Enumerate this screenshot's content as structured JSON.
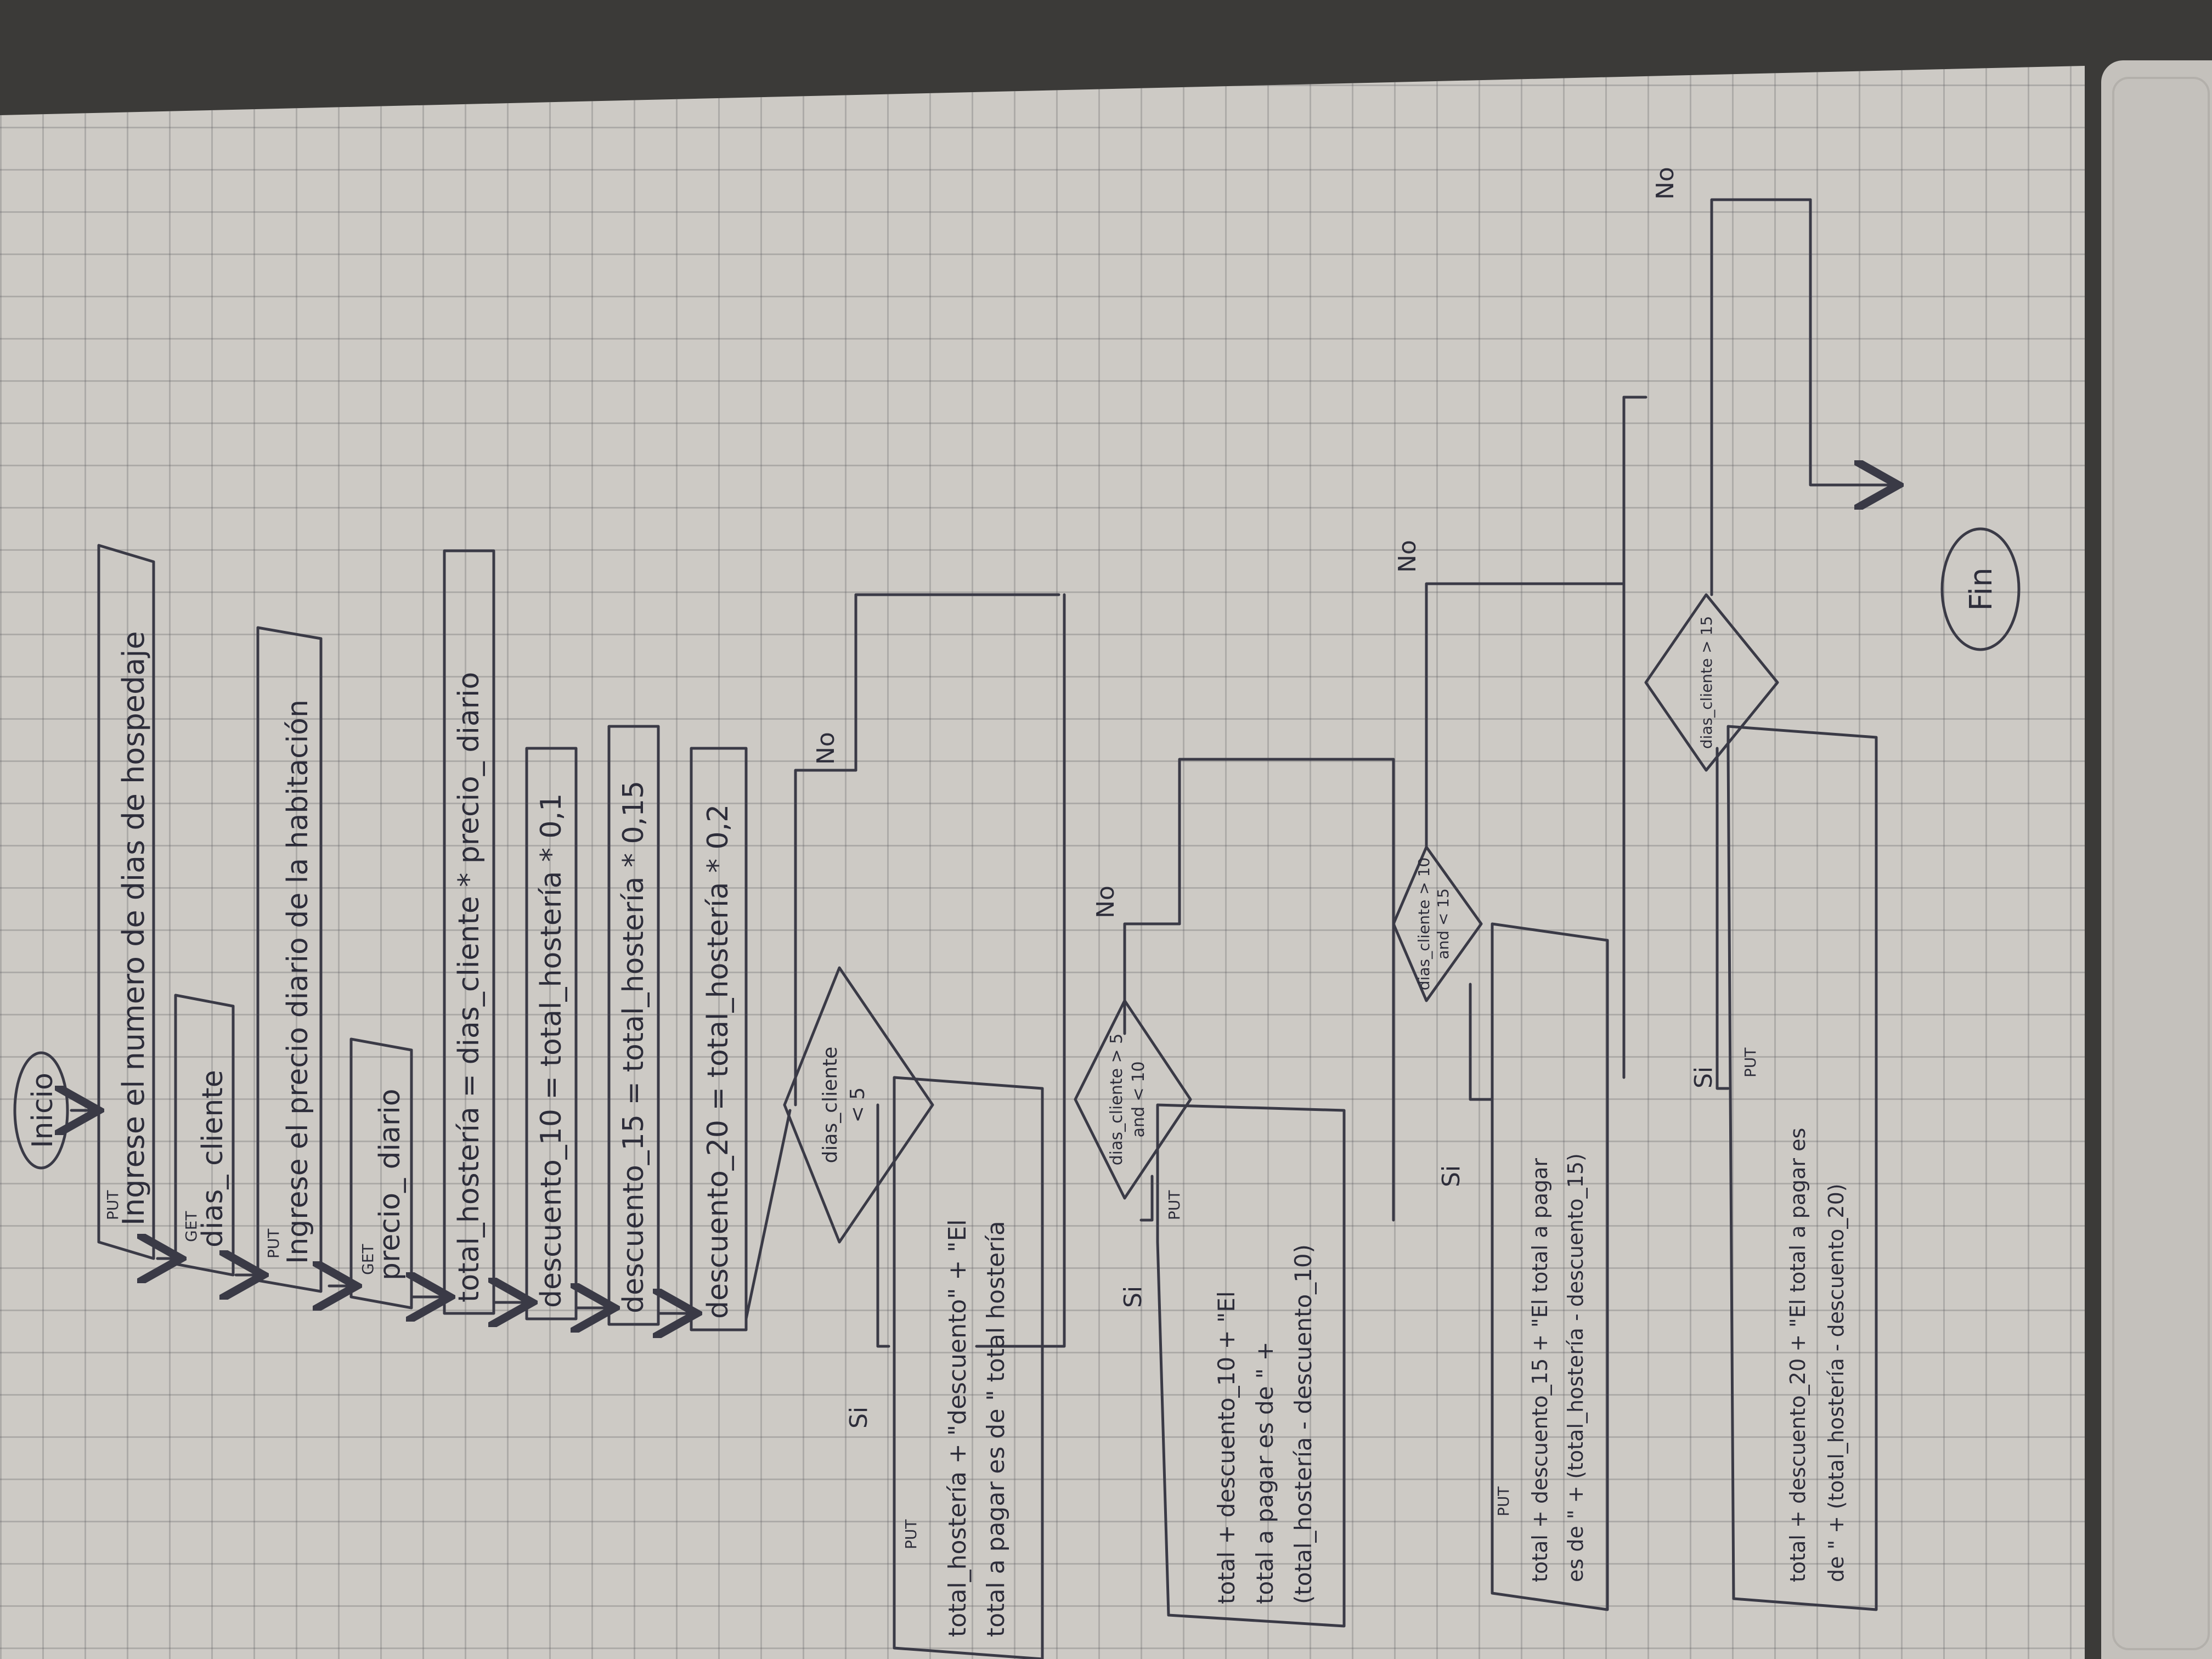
{
  "nodes": {
    "start": "Inicio",
    "in1": {
      "tag": "PUT",
      "text": "Ingrese el numero de dias de hospedaje"
    },
    "in2": {
      "tag": "GET",
      "text": "dias_ cliente"
    },
    "in3": {
      "tag": "PUT",
      "text": "Ingrese el precio diario de la habitación"
    },
    "in4": {
      "tag": "GET",
      "text": "precio_ diario"
    },
    "p1": "total_hostería = dias_cliente * precio_ diario",
    "p2": "descuento_10 = total_hostería * 0,1",
    "p3": "descuento_15 = total_hostería * 0,15",
    "p4": "descuento_20 = total_hostería * 0,2",
    "d1": [
      "dias_cliente",
      "< 5"
    ],
    "d2": [
      "dias_cliente > 5",
      "and < 10"
    ],
    "d3": [
      "dias_cliente > 10",
      "and < 15"
    ],
    "d4": [
      "dias_cliente > 15"
    ],
    "o1": {
      "tag": "PUT",
      "lines": [
        "total_hostería + \"descuento\" + \"El",
        "total a pagar es de  \" total hostería"
      ]
    },
    "o2": {
      "tag": "PUT",
      "lines": [
        "total + descuento_10 + \"El",
        "total a pagar es de  \" +",
        "(total_hostería - descuento_10)"
      ]
    },
    "o3": {
      "tag": "PUT",
      "lines": [
        "total + descuento_15 + \"El total a pagar",
        "es de  \" + (total_hostería - descuento_15)"
      ]
    },
    "o4": {
      "tag": "PUT",
      "lines": [
        "total + descuento_20 + \"El total a pagar es",
        "de  \" + (total_hostería - descuento_20)"
      ]
    },
    "end": "Fin"
  },
  "labels": {
    "yes": "Si",
    "no": "No"
  }
}
